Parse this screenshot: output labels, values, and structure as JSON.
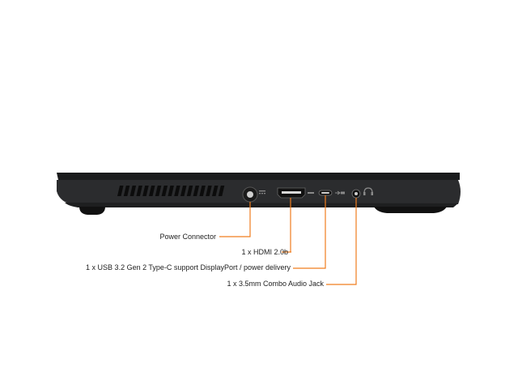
{
  "ports": [
    {
      "label": "Power Connector"
    },
    {
      "label": "1 x HDMI 2.0b"
    },
    {
      "label": "1 x USB 3.2 Gen 2 Type-C support DisplayPort / power delivery"
    },
    {
      "label": "1 x 3.5mm Combo Audio Jack"
    }
  ],
  "colors": {
    "callout": "#f07d1e",
    "chassis": "#2b2c2e",
    "chassis_dark": "#1a1b1c",
    "vent": "#0c0c0c",
    "port_icon": "#8a8a8a"
  },
  "icons": [
    "power-icon",
    "hdmi-icon",
    "usb-c-icon",
    "headset-icon"
  ]
}
